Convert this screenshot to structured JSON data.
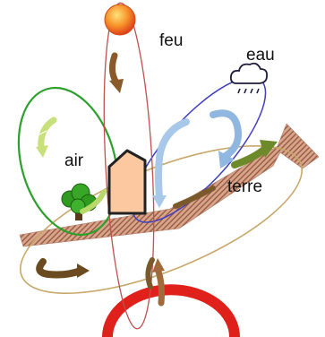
{
  "labels": {
    "fire": "feu",
    "water": "eau",
    "air": "air",
    "earth": "terre"
  },
  "colors": {
    "fire_ring": "#c0504d",
    "water_ring": "#3f3fbf",
    "air_ring": "#2ca02c",
    "earth_ring": "#c8a86a",
    "sun": "#f05a1e",
    "ground": "#c98b6e",
    "house_wall": "#fcc8a0",
    "tree": "#2e9b1f",
    "bottom_arc": "#e0201a",
    "arrow_brown": "#8a5a2b",
    "arrow_blue": "#8fb7e0",
    "arrow_green": "#8aa83a"
  },
  "icons": [
    "sun-icon",
    "cloud-rain-icon",
    "house-icon",
    "tree-icon"
  ]
}
